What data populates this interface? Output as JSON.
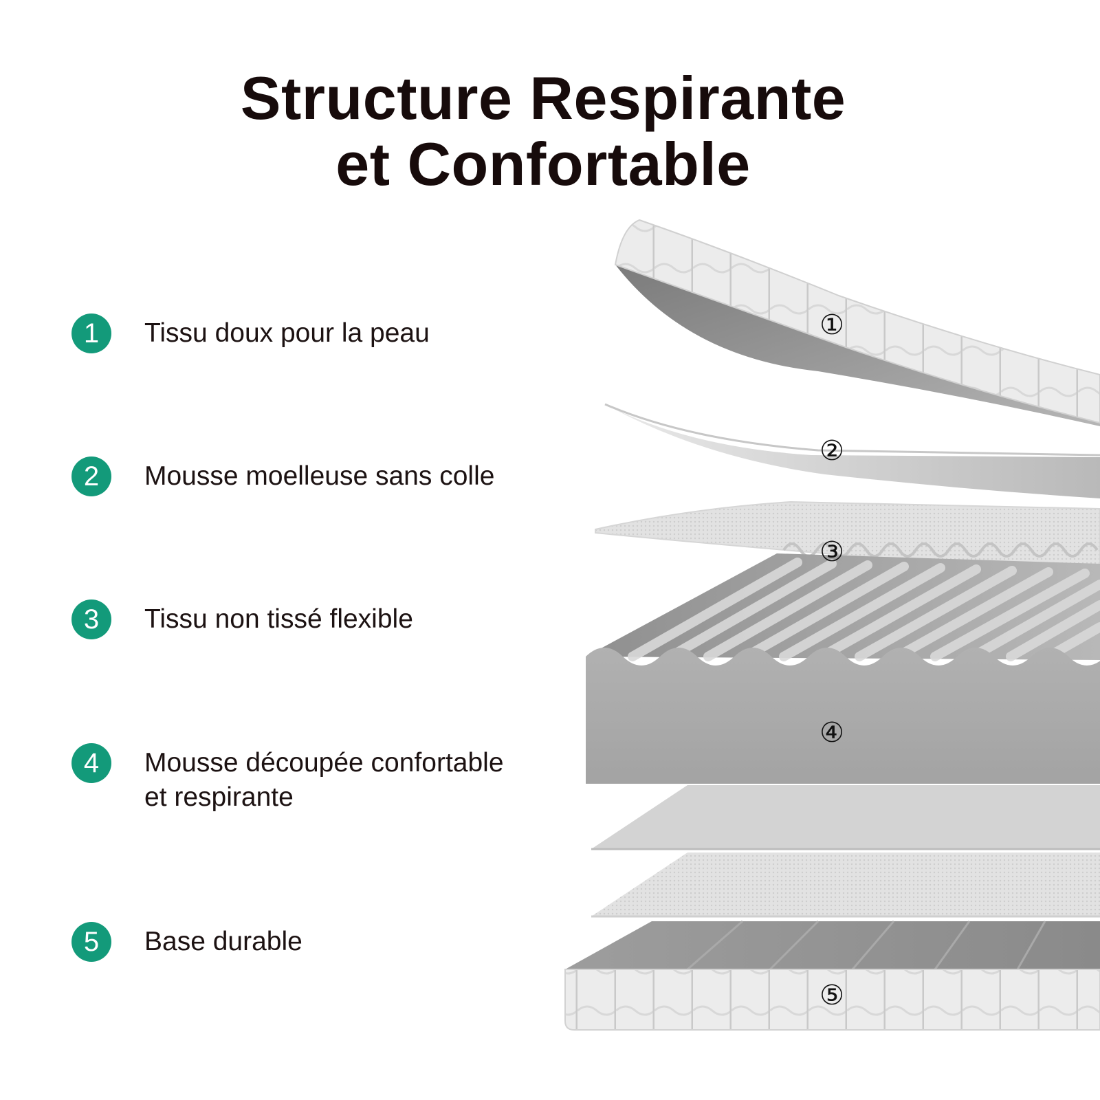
{
  "title": {
    "line1": "Structure Respirante",
    "line2": "et Confortable"
  },
  "accent_color": "#139a7a",
  "legend": [
    {
      "number": "1",
      "text": "Tissu doux pour la peau"
    },
    {
      "number": "2",
      "text": "Mousse moelleuse sans colle"
    },
    {
      "number": "3",
      "text": "Tissu non tissé flexible"
    },
    {
      "number": "4",
      "text": "Mousse découpée confortable\net respirante"
    },
    {
      "number": "5",
      "text": "Base durable"
    }
  ],
  "diagram_labels": [
    "①",
    "②",
    "③",
    "④",
    "⑤"
  ]
}
